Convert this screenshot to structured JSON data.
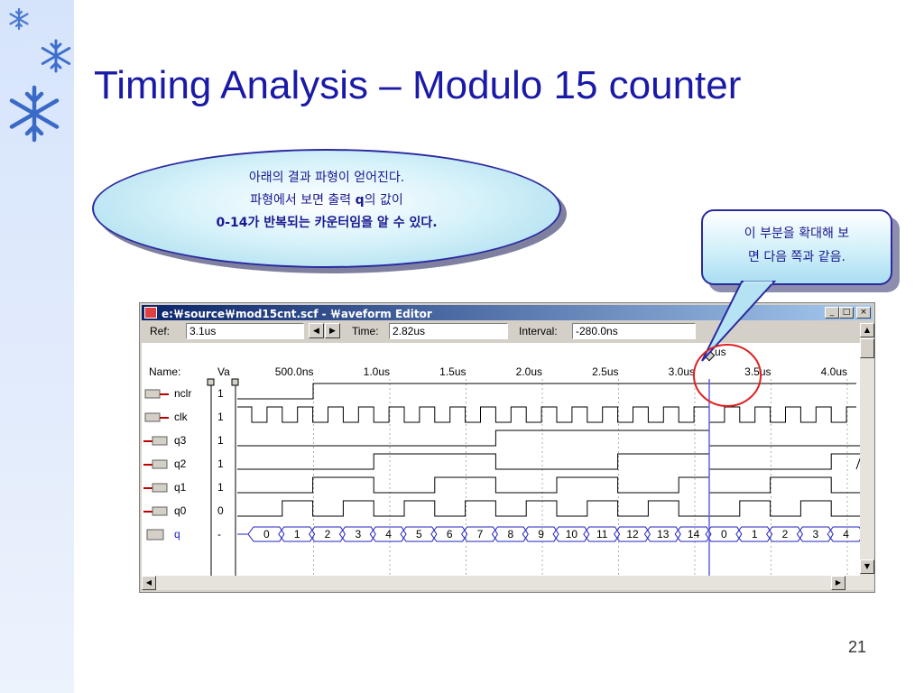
{
  "slide": {
    "title": "Timing Analysis – Modulo 15 counter",
    "page_number": "21",
    "ellipse": {
      "line1": "아래의 결과 파형이 얻어진다.",
      "line2_pre": "파형에서 보면 출력 ",
      "line2_bold": "q",
      "line2_post": "의 값이",
      "line3_bold": "0-14",
      "line3_post": "가 반복되는 카운터임을 알 수 있다."
    },
    "callout": {
      "line1": "이 부분을 확대해 보",
      "line2": "면 다음 쪽과 같음."
    },
    "colors": {
      "title": "#1a1aa6",
      "annotation_circle": "#e02020",
      "cursor": "#6060e0",
      "bus": "#2020c0"
    }
  },
  "window": {
    "title": "e:￦source￦mod15cnt.scf - ￦aveform Editor",
    "buttons": {
      "minimize": "_",
      "maximize": "□",
      "close": "×"
    },
    "toolbar": {
      "ref_label": "Ref:",
      "ref_value": "3.1us",
      "time_label": "Time:",
      "time_value": "2.82us",
      "interval_label": "Interval:",
      "interval_value": "-280.0ns"
    },
    "columns": {
      "name": "Name:",
      "value": "Va"
    },
    "cursor_label": "us",
    "timeline": [
      "500.0ns",
      "1.0us",
      "1.5us",
      "2.0us",
      "2.5us",
      "3.0us",
      "3.5us",
      "4.0us"
    ],
    "signals": [
      {
        "name": "nclr",
        "value": "1",
        "kind": "input"
      },
      {
        "name": "clk",
        "value": "1",
        "kind": "input"
      },
      {
        "name": "q3",
        "value": "1",
        "kind": "output"
      },
      {
        "name": "q2",
        "value": "1",
        "kind": "output"
      },
      {
        "name": "q1",
        "value": "1",
        "kind": "output"
      },
      {
        "name": "q0",
        "value": "0",
        "kind": "output"
      },
      {
        "name": "q",
        "value": "-",
        "kind": "bus"
      }
    ],
    "bus_values": [
      "0",
      "1",
      "2",
      "3",
      "4",
      "5",
      "6",
      "7",
      "8",
      "9",
      "10",
      "11",
      "12",
      "13",
      "14",
      "0",
      "1",
      "2",
      "3",
      "4"
    ]
  }
}
